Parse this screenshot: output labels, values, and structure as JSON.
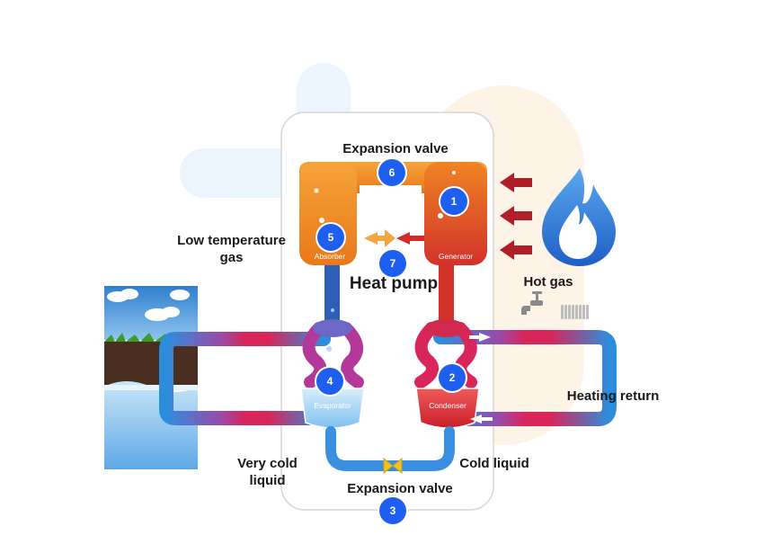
{
  "labels": {
    "expansion_valve_top": "Expansion valve",
    "expansion_valve_bottom": "Expansion valve",
    "low_temp_gas_line1": "Low temperature",
    "low_temp_gas_line2": "gas",
    "heat_pump": "Heat pump",
    "hot_gas": "Hot gas",
    "heating_return": "Heating return",
    "very_cold_line1": "Very cold",
    "very_cold_line2": "liquid",
    "cold_liquid": "Cold liquid"
  },
  "components": {
    "absorber": "Absorber",
    "generator": "Generator",
    "evaporator": "Evaporator",
    "condenser": "Condenser"
  },
  "badges": [
    "1",
    "2",
    "3",
    "4",
    "5",
    "6",
    "7"
  ],
  "colors": {
    "badge": "#1e5ff0",
    "orange": "#ef8a1c",
    "red": "#d42a2a",
    "blue": "#2f8fdf",
    "flame_blue": "#2e78d4"
  },
  "icons": [
    "flame-icon",
    "faucet-icon",
    "radiator-icon",
    "heat-input-arrow-icon",
    "landscape-scene"
  ]
}
